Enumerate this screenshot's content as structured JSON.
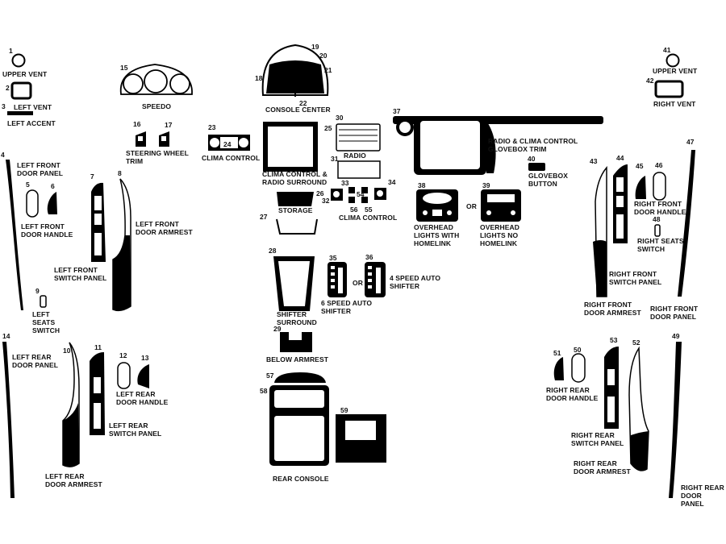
{
  "parts": [
    {
      "num": "1",
      "label": "UPPER VENT"
    },
    {
      "num": "2",
      "label": "LEFT VENT"
    },
    {
      "num": "3",
      "label": "LEFT ACCENT"
    },
    {
      "num": "4",
      "label": "LEFT FRONT DOOR PANEL"
    },
    {
      "num": "5",
      "label": "LEFT FRONT DOOR HANDLE"
    },
    {
      "num": "6",
      "label": ""
    },
    {
      "num": "7",
      "label": "LEFT FRONT SWITCH PANEL"
    },
    {
      "num": "8",
      "label": "LEFT FRONT DOOR ARMREST"
    },
    {
      "num": "9",
      "label": "LEFT SEATS SWITCH"
    },
    {
      "num": "10",
      "label": "LEFT REAR DOOR ARMREST"
    },
    {
      "num": "11",
      "label": "LEFT REAR SWITCH PANEL"
    },
    {
      "num": "12",
      "label": "LEFT REAR DOOR HANDLE"
    },
    {
      "num": "13",
      "label": ""
    },
    {
      "num": "14",
      "label": "LEFT REAR DOOR PANEL"
    },
    {
      "num": "15",
      "label": "SPEEDO"
    },
    {
      "num": "16",
      "label": "STEERING WHEEL TRIM"
    },
    {
      "num": "17",
      "label": ""
    },
    {
      "num": "18",
      "label": ""
    },
    {
      "num": "19",
      "label": ""
    },
    {
      "num": "20",
      "label": ""
    },
    {
      "num": "21",
      "label": ""
    },
    {
      "num": "22",
      "label": "CONSOLE CENTER"
    },
    {
      "num": "23",
      "label": "CLIMA CONTROL"
    },
    {
      "num": "24",
      "label": ""
    },
    {
      "num": "25",
      "label": "CLIMA CONTROL & RADIO SURROUND"
    },
    {
      "num": "26",
      "label": "STORAGE"
    },
    {
      "num": "27",
      "label": ""
    },
    {
      "num": "28",
      "label": "SHIFTER SURROUND"
    },
    {
      "num": "29",
      "label": "BELOW ARMREST"
    },
    {
      "num": "30",
      "label": "RADIO"
    },
    {
      "num": "31",
      "label": ""
    },
    {
      "num": "32",
      "label": "CLIMA CONTROL"
    },
    {
      "num": "33",
      "label": ""
    },
    {
      "num": "34",
      "label": ""
    },
    {
      "num": "35",
      "label": "6 SPEED AUTO SHIFTER"
    },
    {
      "num": "36",
      "label": "4 SPEED AUTO SHIFTER"
    },
    {
      "num": "37",
      "label": "RADIO & CLIMA CONTROL GLOVEBOX TRIM"
    },
    {
      "num": "38",
      "label": "OVERHEAD LIGHTS WITH HOMELINK"
    },
    {
      "num": "39",
      "label": "OVERHEAD LIGHTS NO HOMELINK"
    },
    {
      "num": "40",
      "label": "GLOVEBOX BUTTON"
    },
    {
      "num": "41",
      "label": "UPPER VENT"
    },
    {
      "num": "42",
      "label": "RIGHT VENT"
    },
    {
      "num": "43",
      "label": "RIGHT FRONT DOOR ARMREST"
    },
    {
      "num": "44",
      "label": "RIGHT FRONT SWITCH PANEL"
    },
    {
      "num": "45",
      "label": ""
    },
    {
      "num": "46",
      "label": "RIGHT FRONT DOOR HANDLE"
    },
    {
      "num": "47",
      "label": "RIGHT FRONT DOOR PANEL"
    },
    {
      "num": "48",
      "label": "RIGHT SEATS SWITCH"
    },
    {
      "num": "49",
      "label": "RIGHT REAR DOOR PANEL"
    },
    {
      "num": "50",
      "label": ""
    },
    {
      "num": "51",
      "label": "RIGHT REAR DOOR HANDLE"
    },
    {
      "num": "52",
      "label": "RIGHT REAR DOOR ARMREST"
    },
    {
      "num": "53",
      "label": "RIGHT REAR SWITCH PANEL"
    },
    {
      "num": "54",
      "label": ""
    },
    {
      "num": "55",
      "label": ""
    },
    {
      "num": "56",
      "label": ""
    },
    {
      "num": "57",
      "label": ""
    },
    {
      "num": "58",
      "label": "REAR CONSOLE"
    },
    {
      "num": "59",
      "label": ""
    }
  ],
  "separators": {
    "or_38_39": "OR",
    "or_35_36": "OR"
  }
}
